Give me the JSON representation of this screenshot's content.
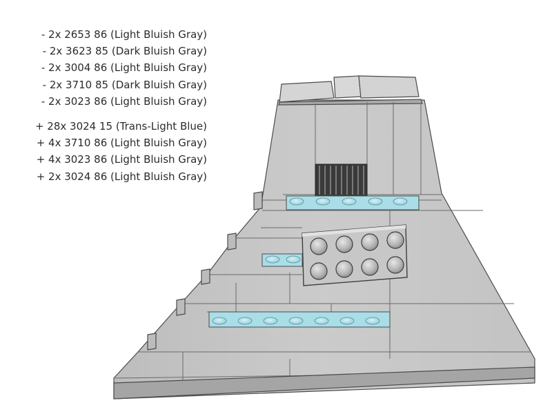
{
  "removed_parts": [
    "- 2x 2653 86 (Light Bluish Gray)",
    "- 2x 3623 85 (Dark Bluish Gray)",
    "- 2x 3004 86 (Light Bluish Gray)",
    "- 2x 3710 85 (Dark Bluish Gray)",
    "- 2x 3023 86 (Light Bluish Gray)"
  ],
  "added_parts": [
    "+ 28x 3024 15 (Trans-Light Blue)",
    "+ 4x 3710 86 (Light Bluish Gray)",
    "+ 4x 3023 86 (Light Bluish Gray)",
    "+ 2x 3024 86 (Light Bluish Gray)"
  ],
  "colors": {
    "brick_light": "#c9c9c9",
    "brick_mid": "#b4b4b4",
    "brick_dark": "#8e8e8e",
    "trans_light_blue": "#a9dde8",
    "outline": "#4a4a4a",
    "grille": "#2e2e2e"
  }
}
